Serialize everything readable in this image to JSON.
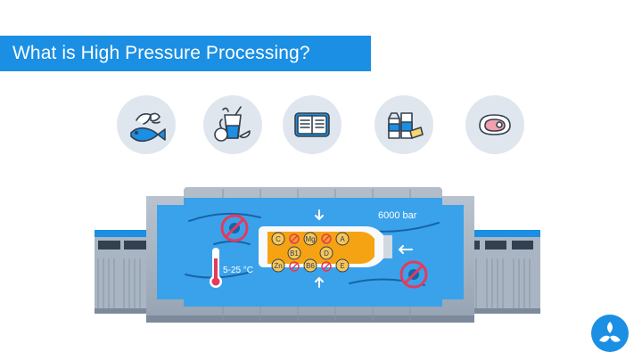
{
  "header": {
    "title": "What is High Pressure Processing?"
  },
  "food_categories": [
    {
      "icon": "seafood-icon"
    },
    {
      "icon": "fruit-juice-icon"
    },
    {
      "icon": "ready-meal-icon"
    },
    {
      "icon": "dairy-icon"
    },
    {
      "icon": "meat-icon"
    }
  ],
  "process": {
    "pressure": "6000 bar",
    "temperature": "5-25 °C",
    "nutrients": [
      "C",
      "Mg",
      "A",
      "B1",
      "D",
      "Zn",
      "B6",
      "E"
    ]
  },
  "colors": {
    "brand_blue": "#1a8fe3",
    "chamber_blue": "#3aa2ea",
    "juice_orange": "#f5a313",
    "forbidden_red": "#e53a5c"
  }
}
